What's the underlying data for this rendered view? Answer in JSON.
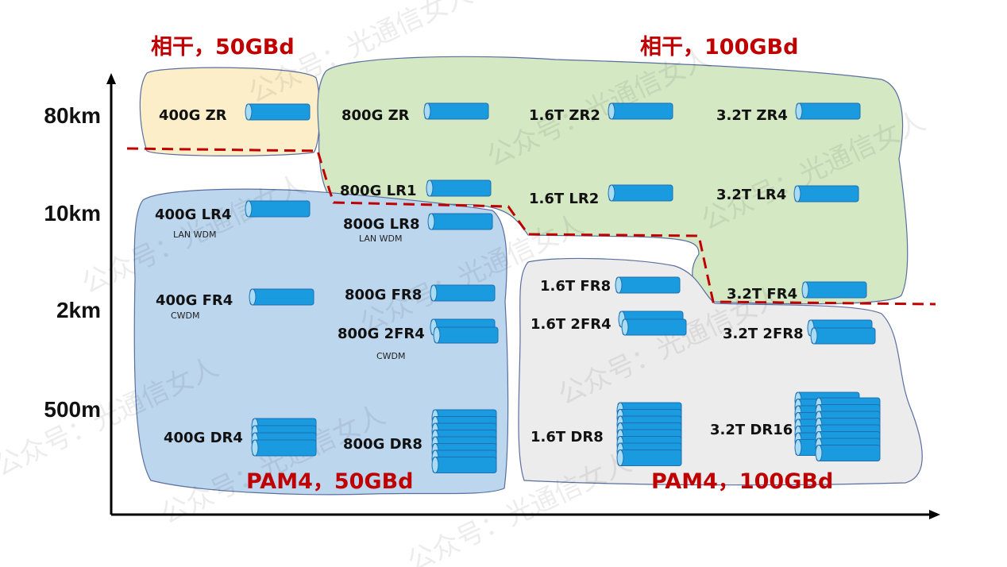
{
  "titles": {
    "coherent_50": "相干，50GBd",
    "coherent_100": "相干，100GBd",
    "pam4_50": "PAM4，50GBd",
    "pam4_100": "PAM4，100GBd"
  },
  "y_axis": [
    "80km",
    "10km",
    "2km",
    "500m"
  ],
  "watermark": "公众号：光通信女人",
  "colors": {
    "coherent_50": "#fbeec9",
    "coherent_100": "#d4e8c4",
    "pam4_50": "#bcd6ee",
    "pam4_100": "#ececec",
    "boundary": "#c00000",
    "fiber": "#1a9be0"
  },
  "modules": [
    {
      "label": "400G ZR",
      "sub": "",
      "fibers": 1
    },
    {
      "label": "400G LR4",
      "sub": "LAN WDM",
      "fibers": 1
    },
    {
      "label": "400G FR4",
      "sub": "CWDM",
      "fibers": 1
    },
    {
      "label": "400G DR4",
      "sub": "",
      "fibers": 4
    },
    {
      "label": "800G ZR",
      "sub": "",
      "fibers": 1
    },
    {
      "label": "800G LR1",
      "sub": "",
      "fibers": 1
    },
    {
      "label": "800G LR8",
      "sub": "LAN WDM",
      "fibers": 1
    },
    {
      "label": "800G FR8",
      "sub": "",
      "fibers": 1
    },
    {
      "label": "800G 2FR4",
      "sub": "CWDM",
      "fibers": 2
    },
    {
      "label": "800G DR8",
      "sub": "",
      "fibers": 8
    },
    {
      "label": "1.6T ZR2",
      "sub": "",
      "fibers": 1
    },
    {
      "label": "1.6T LR2",
      "sub": "",
      "fibers": 1
    },
    {
      "label": "1.6T FR8",
      "sub": "",
      "fibers": 1
    },
    {
      "label": "1.6T 2FR4",
      "sub": "",
      "fibers": 2
    },
    {
      "label": "1.6T DR8",
      "sub": "",
      "fibers": 8
    },
    {
      "label": "3.2T ZR4",
      "sub": "",
      "fibers": 1
    },
    {
      "label": "3.2T LR4",
      "sub": "",
      "fibers": 1
    },
    {
      "label": "3.2T FR4",
      "sub": "",
      "fibers": 1
    },
    {
      "label": "3.2T 2FR8",
      "sub": "",
      "fibers": 2
    },
    {
      "label": "3.2T DR16",
      "sub": "",
      "fibers": 16
    }
  ]
}
